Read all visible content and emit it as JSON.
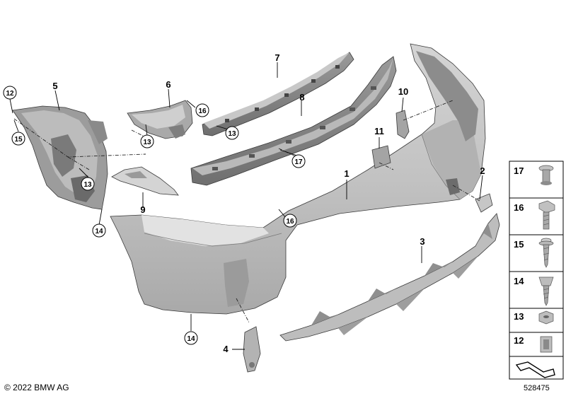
{
  "callouts": [
    {
      "id": "c1",
      "label": "1"
    },
    {
      "id": "c2",
      "label": "2"
    },
    {
      "id": "c3",
      "label": "3"
    },
    {
      "id": "c4",
      "label": "4"
    },
    {
      "id": "c5",
      "label": "5"
    },
    {
      "id": "c6",
      "label": "6"
    },
    {
      "id": "c7",
      "label": "7"
    },
    {
      "id": "c8",
      "label": "8"
    },
    {
      "id": "c9",
      "label": "9"
    },
    {
      "id": "c10",
      "label": "10"
    },
    {
      "id": "c11",
      "label": "11"
    }
  ],
  "circled_callouts": [
    {
      "id": "k12",
      "label": "12"
    },
    {
      "id": "k15a",
      "label": "15"
    },
    {
      "id": "k13a",
      "label": "13"
    },
    {
      "id": "k13b",
      "label": "13"
    },
    {
      "id": "k16a",
      "label": "16"
    },
    {
      "id": "k13c",
      "label": "13"
    },
    {
      "id": "k17",
      "label": "17"
    },
    {
      "id": "k14a",
      "label": "14"
    },
    {
      "id": "k16b",
      "label": "16"
    },
    {
      "id": "k14b",
      "label": "14"
    }
  ],
  "legend": [
    {
      "label": "17",
      "icon": "push-rivet-icon"
    },
    {
      "label": "16",
      "icon": "flange-screw-icon"
    },
    {
      "label": "15",
      "icon": "washer-screw-icon"
    },
    {
      "label": "14",
      "icon": "expanding-nut-screw-icon"
    },
    {
      "label": "13",
      "icon": "hex-nut-icon"
    },
    {
      "label": "12",
      "icon": "clip-nut-icon"
    }
  ],
  "legend_footer_icon": "pointer-arrow-icon",
  "copyright": "© 2022 BMW AG",
  "document_id": "528475",
  "colors": {
    "part_fill": "#c4c4c4",
    "part_dark": "#8e8e8e",
    "part_light": "#dedede",
    "line": "#000000"
  }
}
